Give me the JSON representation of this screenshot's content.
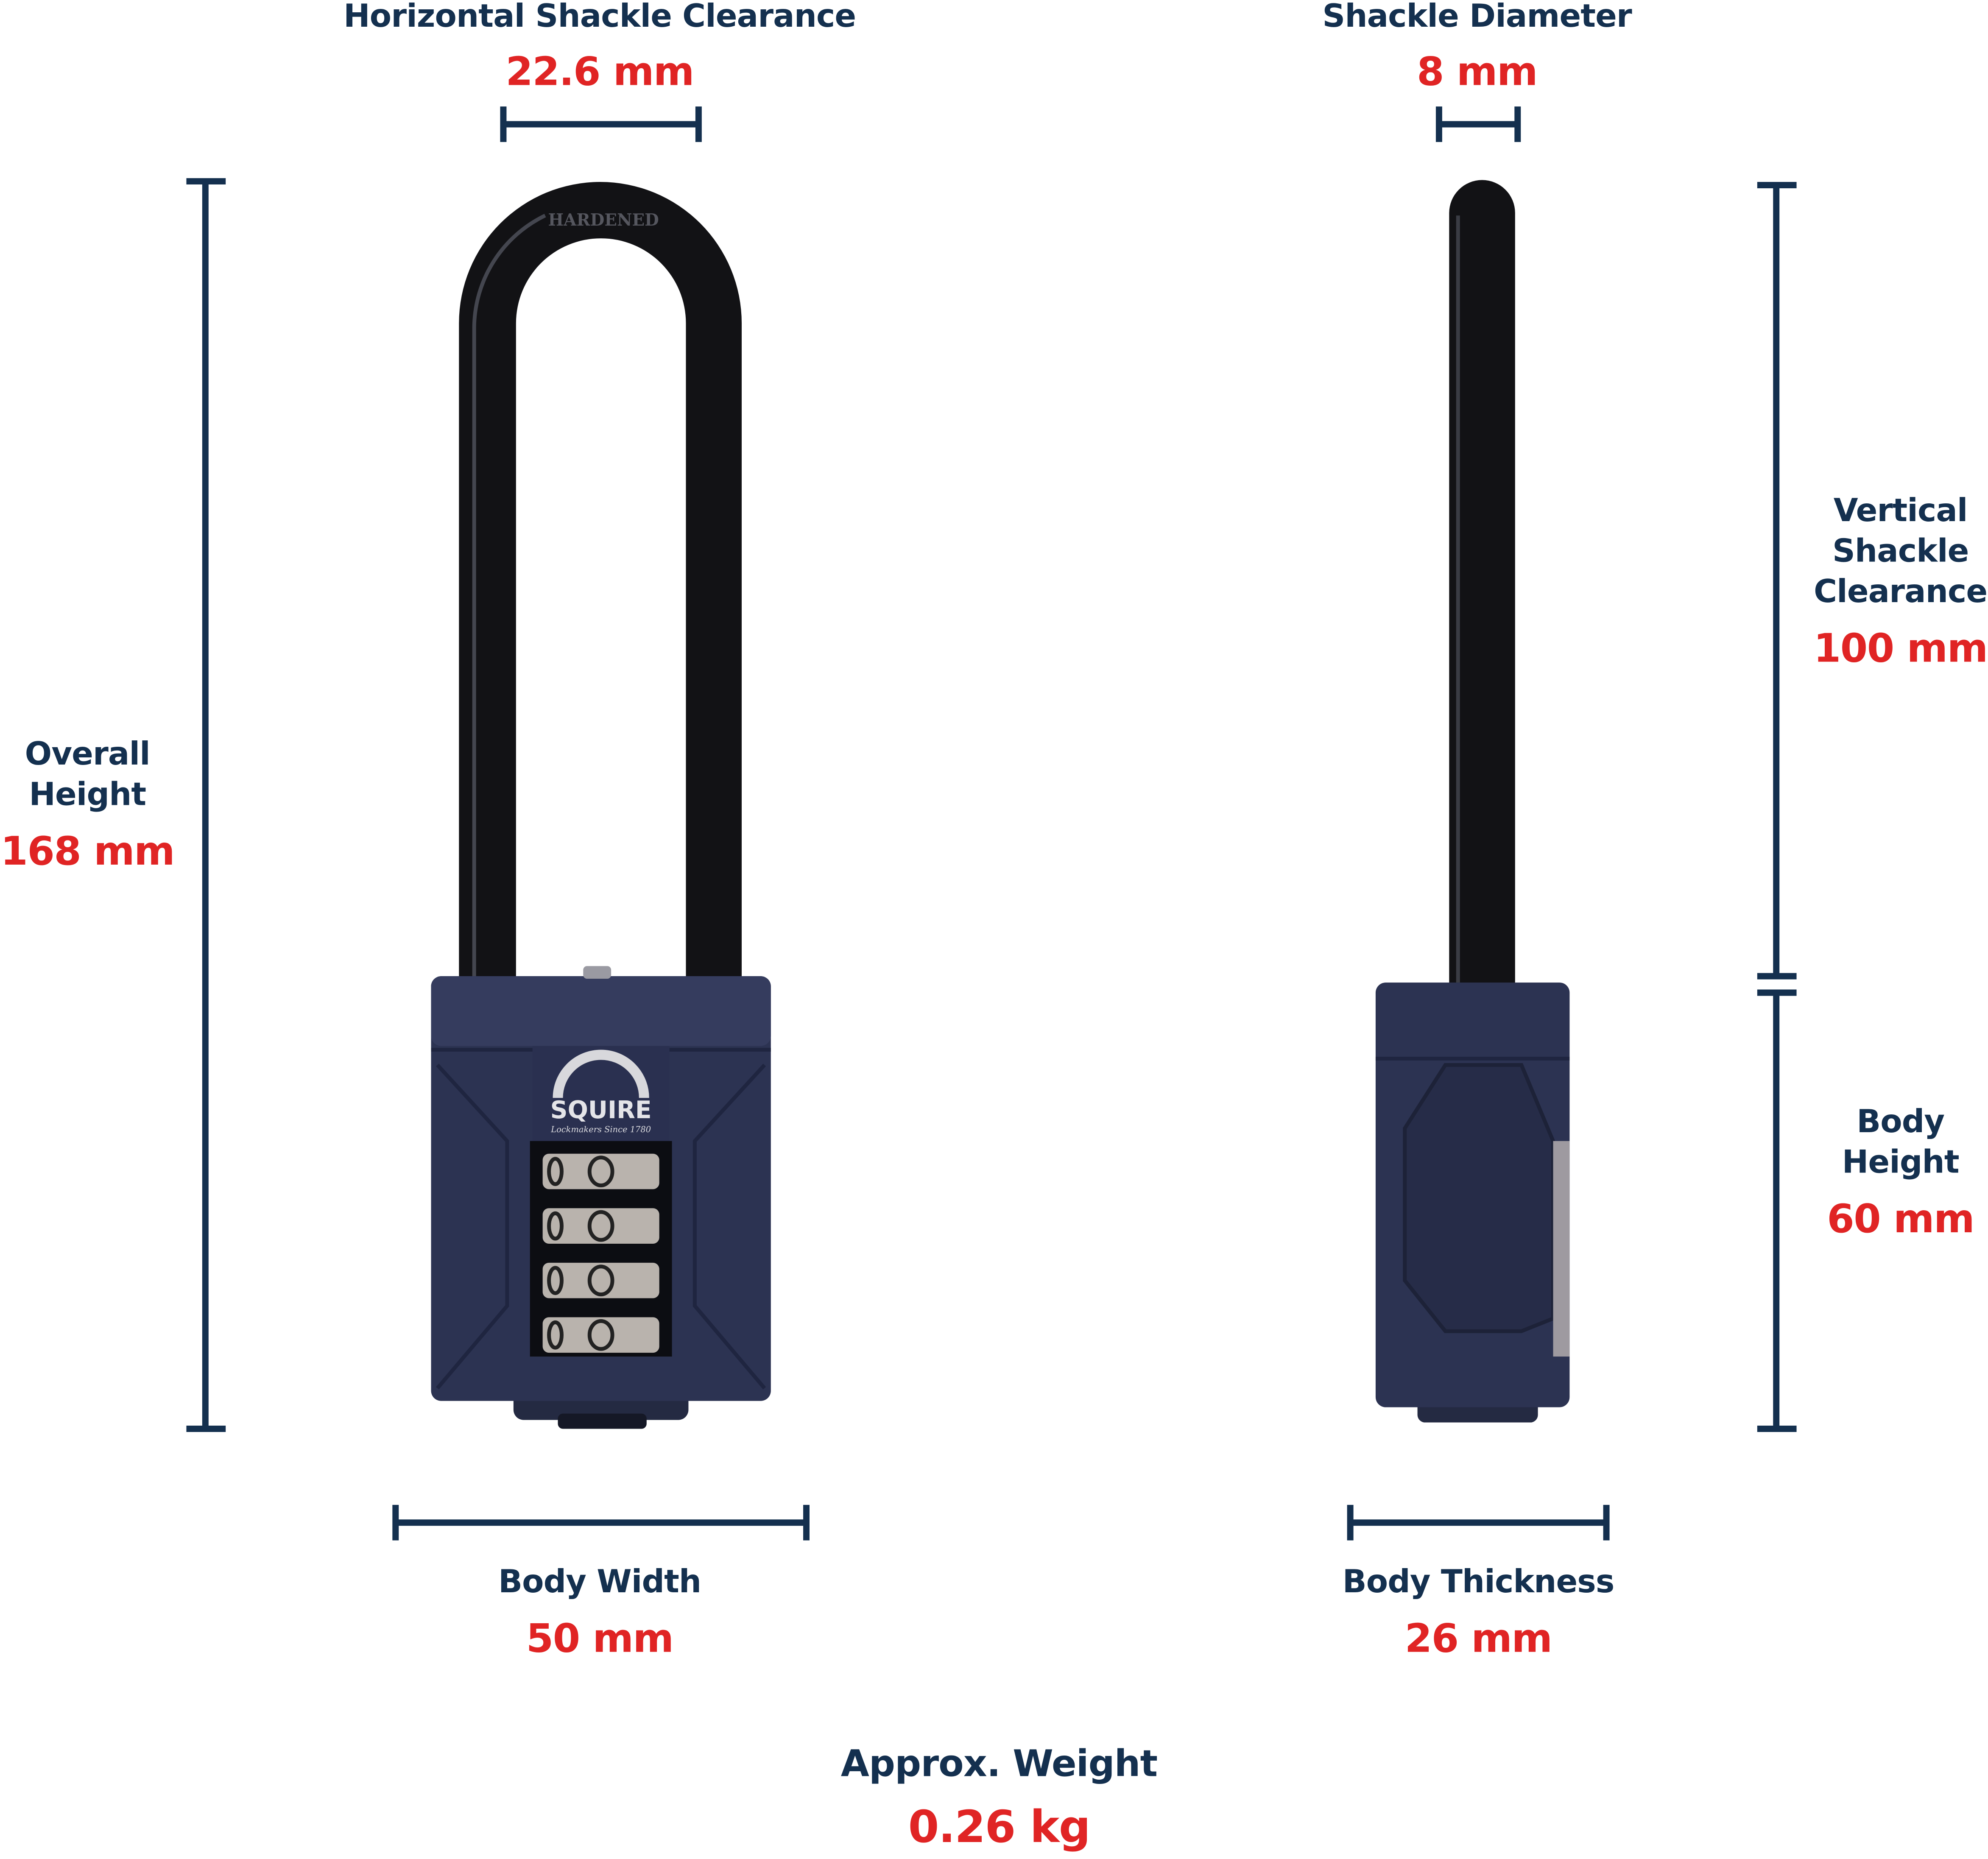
{
  "colors": {
    "label": "#14304f",
    "value": "#e02424",
    "dimension_line": "#14304f",
    "lock_body": "#2c3352",
    "shackle": "#111114"
  },
  "dimensions": {
    "horizontal_shackle_clearance": {
      "label": "Horizontal Shackle Clearance",
      "value": "22.6 mm"
    },
    "shackle_diameter": {
      "label": "Shackle Diameter",
      "value": "8 mm"
    },
    "overall_height": {
      "label_line1": "Overall",
      "label_line2": "Height",
      "value": "168 mm"
    },
    "vertical_shackle_clearance": {
      "label_line1": "Vertical",
      "label_line2": "Shackle",
      "label_line3": "Clearance",
      "value": "100 mm"
    },
    "body_height": {
      "label_line1": "Body",
      "label_line2": "Height",
      "value": "60 mm"
    },
    "body_width": {
      "label": "Body Width",
      "value": "50 mm"
    },
    "body_thickness": {
      "label": "Body Thickness",
      "value": "26 mm"
    },
    "weight": {
      "label": "Approx. Weight",
      "value": "0.26 kg"
    }
  },
  "product": {
    "brand_logo": "SQUIRE",
    "brand_tagline": "Lockmakers Since 1780",
    "shackle_marking": "HARDENED"
  }
}
